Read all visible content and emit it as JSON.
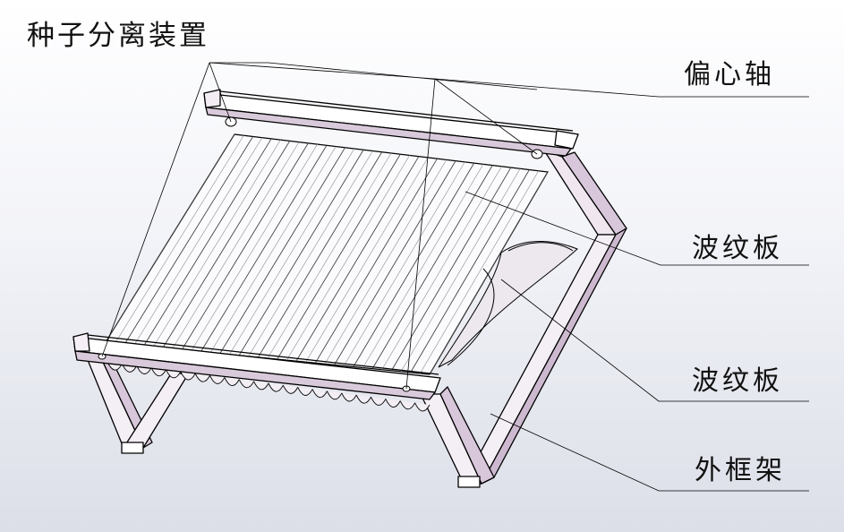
{
  "title": "种子分离装置",
  "labels": {
    "eccentric_shaft": "偏心轴",
    "corrugated_plate_upper": "波纹板",
    "corrugated_plate_lower": "波纹板",
    "outer_frame": "外框架"
  },
  "colors": {
    "frame_fill": "#f1eaf2",
    "frame_shadow": "#cdb9cf",
    "plate_light": "#ffffff",
    "plate_dark": "#bfbfc8",
    "outline": "#000000"
  }
}
